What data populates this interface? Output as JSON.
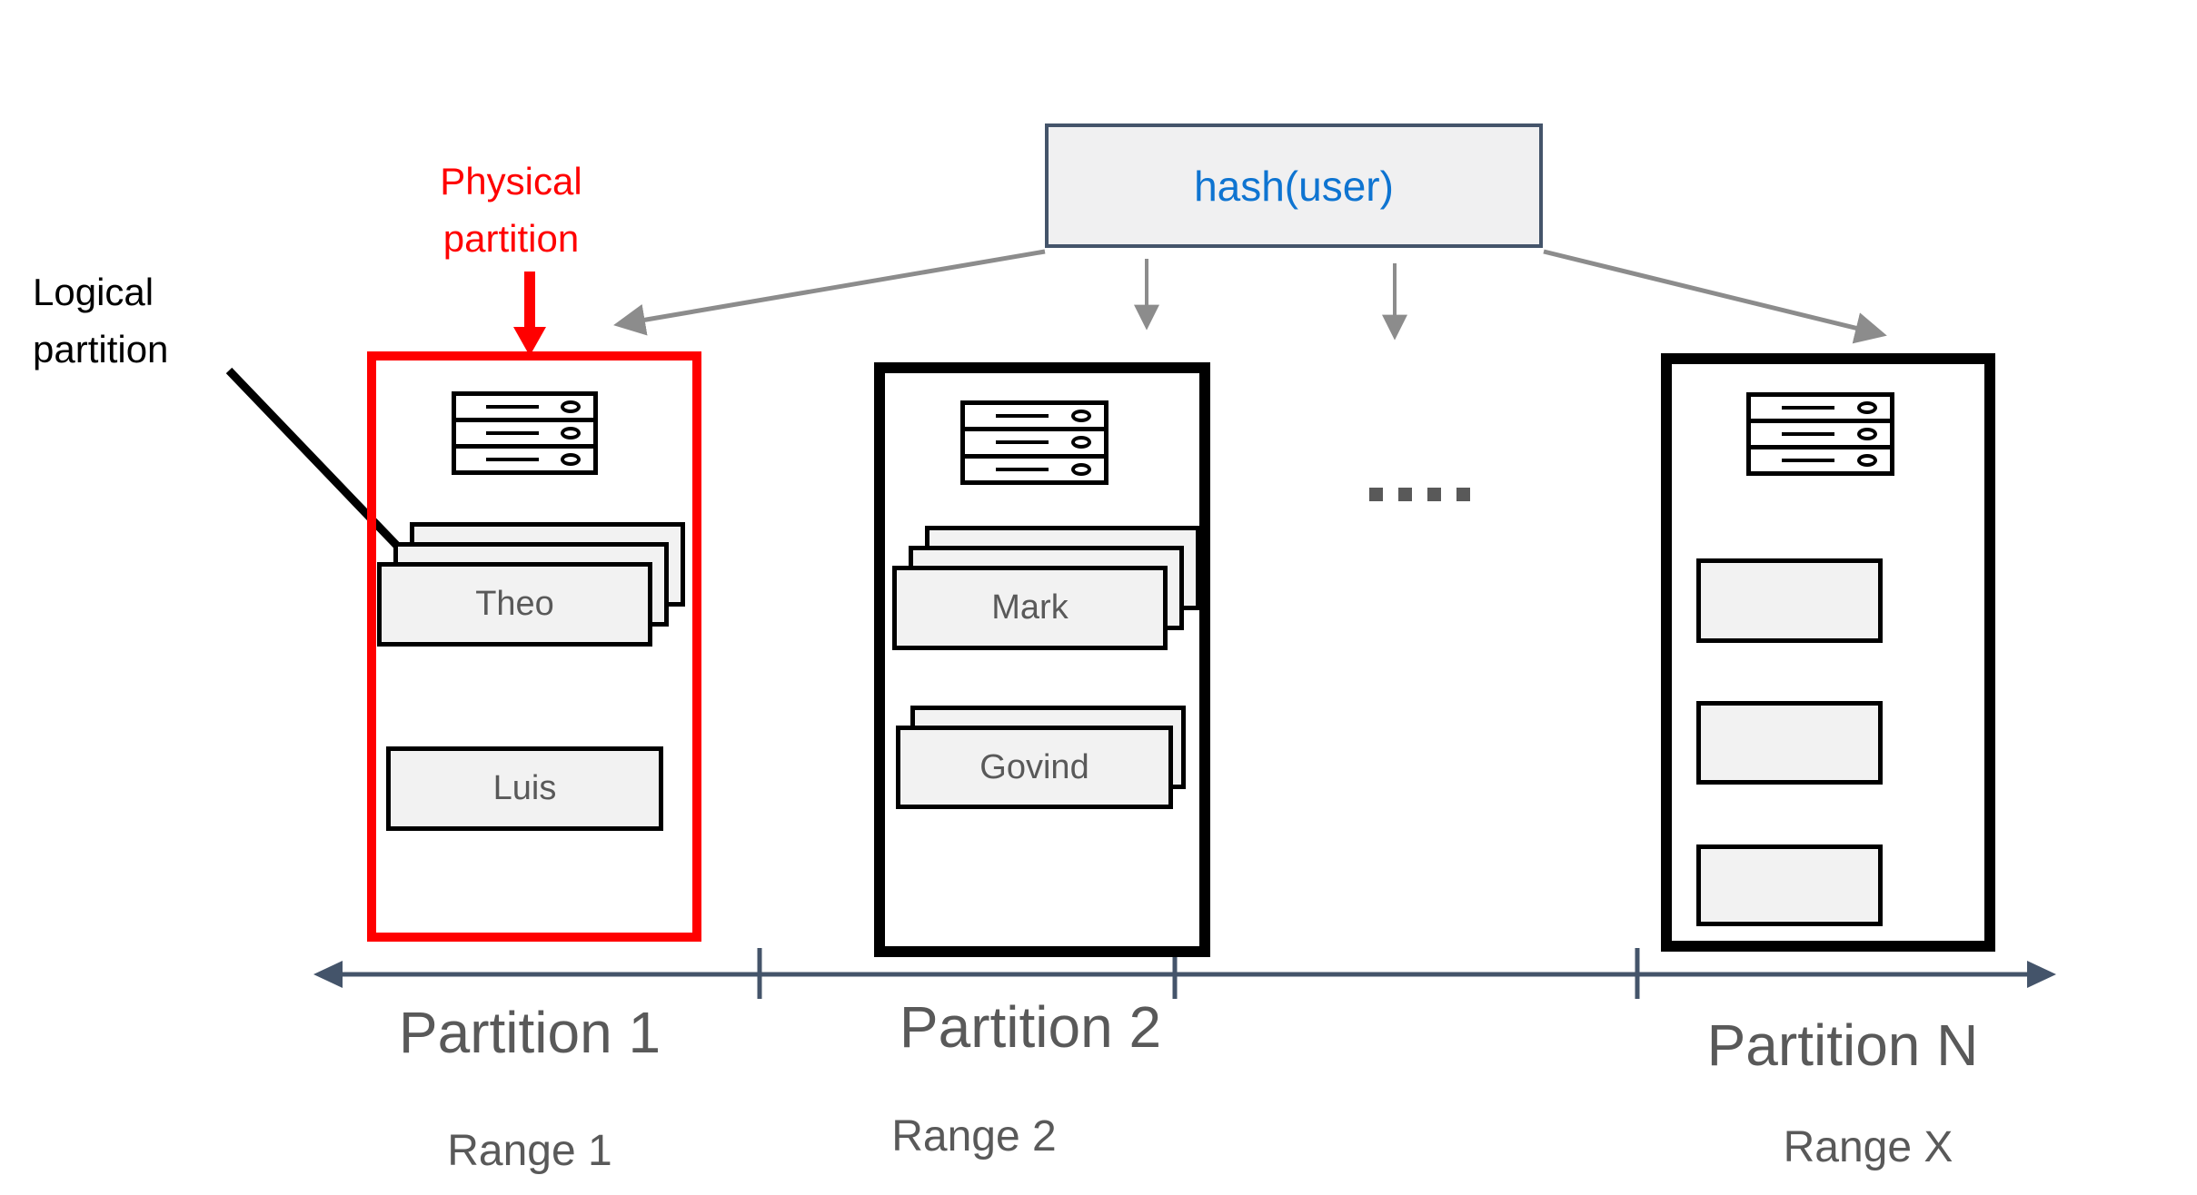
{
  "hash_box": {
    "label": "hash(user)"
  },
  "annotations": {
    "physical_partition": "Physical\npartition",
    "logical_partition": "Logical\npartition"
  },
  "partitions": [
    {
      "name": "Partition 1",
      "range": "Range 1",
      "highlight": "physical-partition-red",
      "stacks": [
        {
          "label": "Theo",
          "layers": 3
        },
        {
          "label": "Luis",
          "layers": 1
        }
      ]
    },
    {
      "name": "Partition 2",
      "range": "Range 2",
      "highlight": "none",
      "stacks": [
        {
          "label": "Mark",
          "layers": 3
        },
        {
          "label": "Govind",
          "layers": 2
        }
      ]
    },
    {
      "name": "Partition N",
      "range": "Range X",
      "highlight": "none",
      "stacks": [
        {
          "label": "",
          "layers": 1
        },
        {
          "label": "",
          "layers": 1
        },
        {
          "label": "",
          "layers": 1
        }
      ]
    }
  ],
  "middle_ellipsis": {
    "dot_count": 4
  },
  "colors": {
    "physical_partition_accent": "#ff0000",
    "hash_text": "#0e74d1",
    "hash_border": "#44546a",
    "axis": "#44546a",
    "connector_gray": "#8c8c8c",
    "label_gray": "#595959",
    "card_fill": "#f2f2f2"
  }
}
